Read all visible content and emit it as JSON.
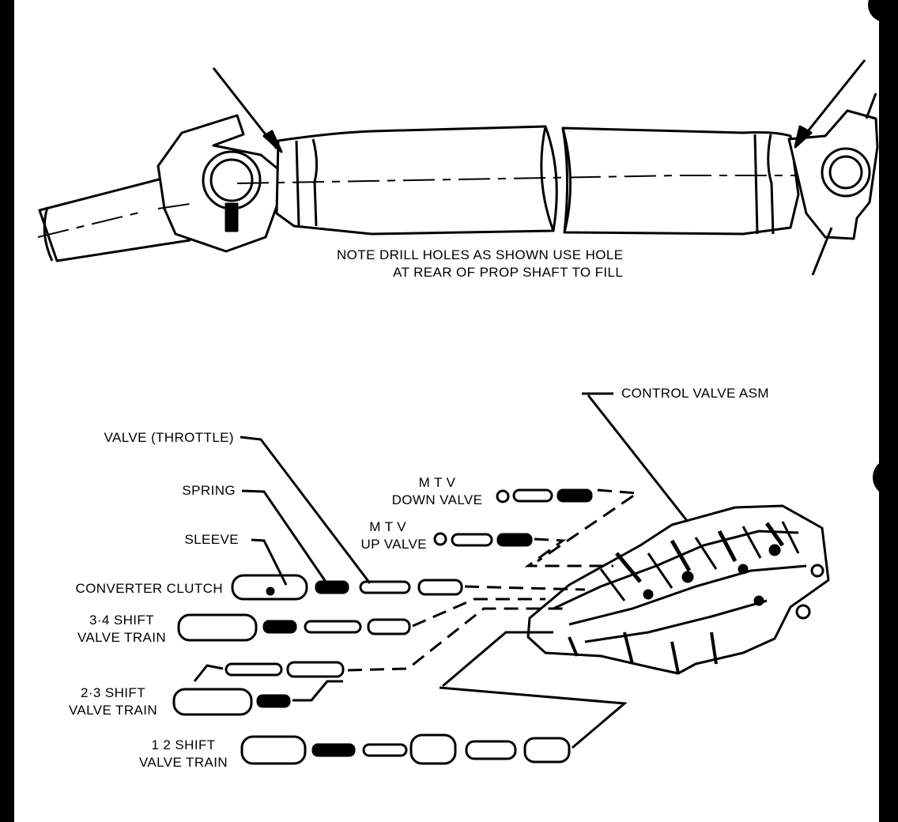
{
  "prop_shaft": {
    "note_line1": "NOTE   DRILL HOLES AS SHOWN   USE HOLE",
    "note_line2": "AT REAR OF PROP SHAFT TO FILL"
  },
  "valve_body": {
    "control_valve": "CONTROL VALVE ASM",
    "throttle_valve": "VALVE (THROTTLE)",
    "spring": "SPRING",
    "sleeve": "SLEEVE",
    "converter_clutch": "CONVERTER CLUTCH",
    "mtv_down_line1": "M T V",
    "mtv_down_line2": "DOWN VALVE",
    "mtv_up_line1": "M T V",
    "mtv_up_line2": "UP VALVE",
    "shift34_line1": "3·4 SHIFT",
    "shift34_line2": "VALVE TRAIN",
    "shift23_line1": "2·3 SHIFT",
    "shift23_line2": "VALVE TRAIN",
    "shift12_line1": "1  2 SHIFT",
    "shift12_line2": "VALVE TRAIN"
  },
  "colors": {
    "paper": "#ffffff",
    "ink": "#000000",
    "frame": "#000000"
  }
}
